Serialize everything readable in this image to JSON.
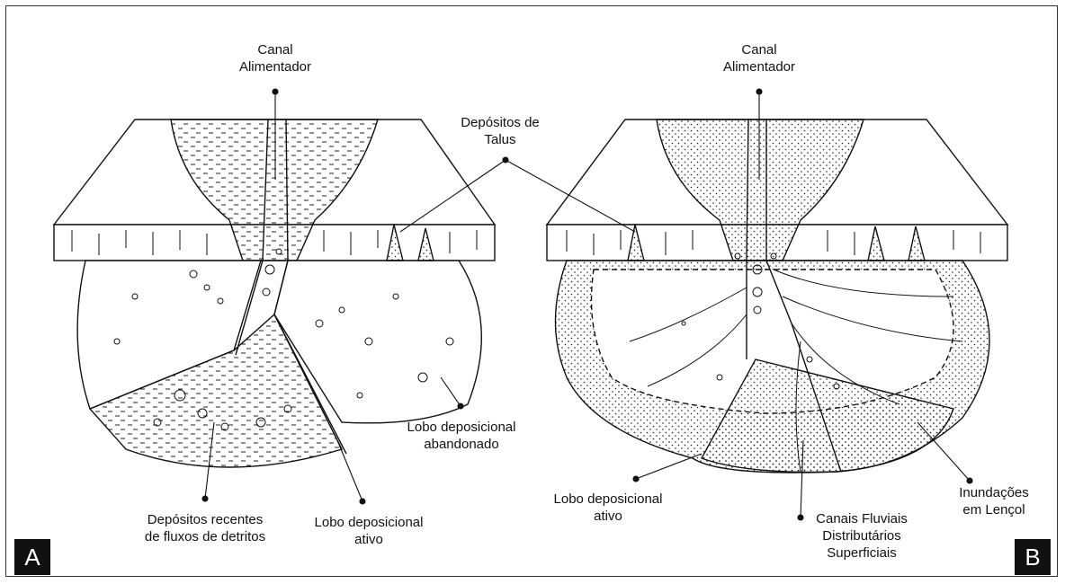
{
  "panel_a": {
    "badge": "A",
    "canal_l1": "Canal",
    "canal_l2": "Alimentador",
    "talus_l1": "Depósitos de",
    "talus_l2": "Talus",
    "abandoned_l1": "Lobo deposicional",
    "abandoned_l2": "abandonado",
    "recent_l1": "Depósitos recentes",
    "recent_l2": "de fluxos de detritos",
    "active_l1": "Lobo deposicional",
    "active_l2": "ativo"
  },
  "panel_b": {
    "badge": "B",
    "canal_l1": "Canal",
    "canal_l2": "Alimentador",
    "active_l1": "Lobo deposicional",
    "active_l2": "ativo",
    "channels_l1": "Canais Fluviais",
    "channels_l2": "Distributários",
    "channels_l3": "Superficiais",
    "sheet_l1": "Inundações",
    "sheet_l2": "em Lençol"
  }
}
